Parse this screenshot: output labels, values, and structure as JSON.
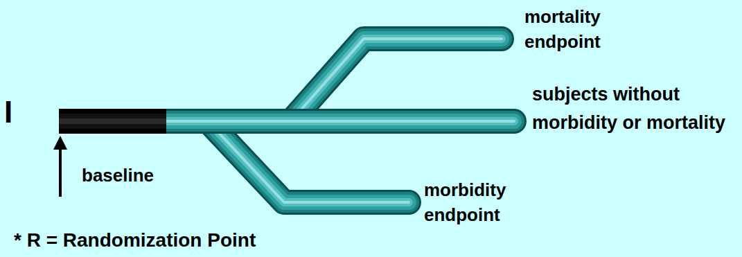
{
  "diagram": {
    "labels": [
      "mortality endpoint",
      "I",
      "subjects without morbidity or mortality",
      "baseline",
      "morbidity endpoint",
      "* R = Randomization Point"
    ]
  }
}
